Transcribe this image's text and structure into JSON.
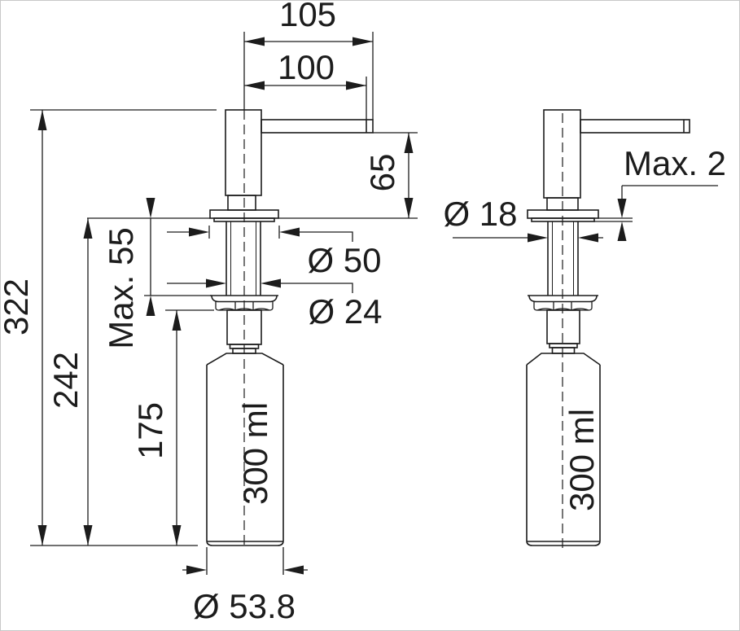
{
  "diagram": {
    "kind": "technical dimension drawing",
    "subject": "in-counter soap dispenser, front and side views",
    "line_color": "#1c1c1c",
    "background_color": "#ffffff",
    "frame_color": "#c8c8c8",
    "views": [
      {
        "name": "front view",
        "dimension_labels": [
          "105",
          "100",
          "65",
          "Ø 50",
          "Ø 24",
          "Max. 55",
          "322",
          "242",
          "175",
          "Ø 53.8",
          "300 ml"
        ]
      },
      {
        "name": "side view",
        "dimension_labels": [
          "Ø 18",
          "Max. 2",
          "300 ml"
        ]
      }
    ]
  },
  "labels": {
    "width_overall": "105",
    "width_to_spout_face": "100",
    "spout_height": "65",
    "flange_diameter": "Ø 50",
    "shaft_diameter": "Ø 24",
    "max_deck_thickness": "Max. 55",
    "overall_height": "322",
    "height_below_deck": "242",
    "bottle_height": "175",
    "bottle_volume_front": "300 ml",
    "bottle_diameter": "Ø 53.8",
    "shaft_diameter_side": "Ø 18",
    "max_flange_height": "Max. 2",
    "bottle_volume_side": "300 ml"
  }
}
